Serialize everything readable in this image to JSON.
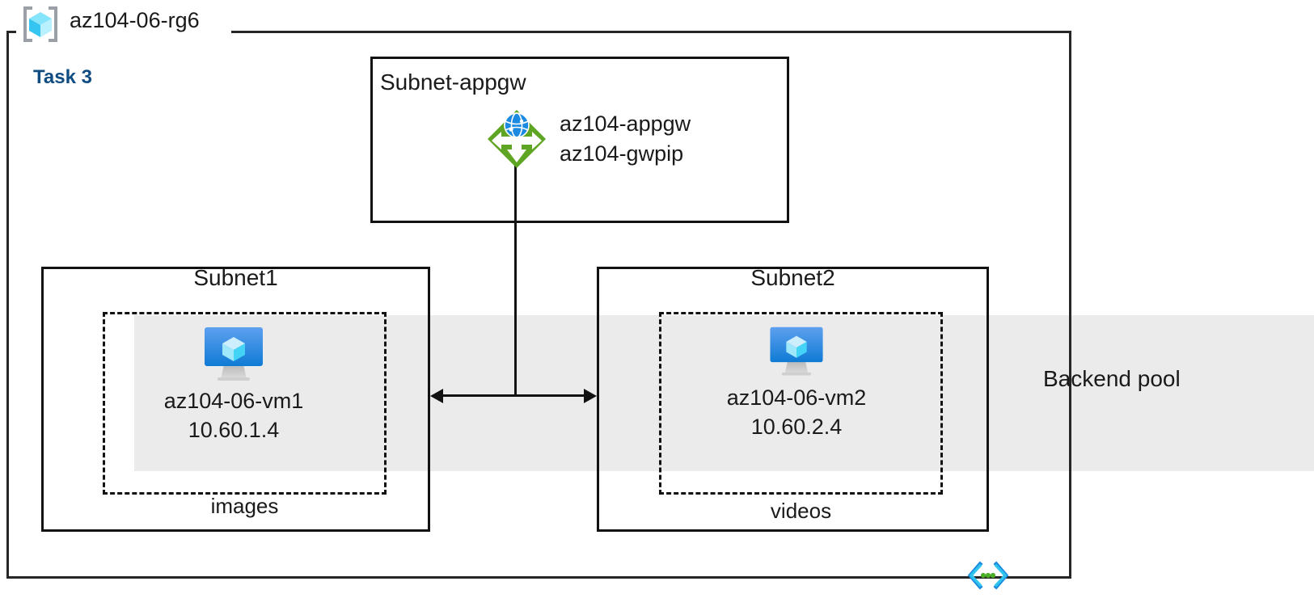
{
  "diagram": {
    "type": "azure-architecture",
    "resource_group": {
      "name": "az104-06-rg6",
      "icon": "resource-group-icon"
    },
    "task": {
      "label": "Task 3",
      "color": "#0f4c81"
    },
    "backend_pool": {
      "label": "Backend pool",
      "band_color": "#ebebeb"
    },
    "subnets": [
      {
        "id": "appgw",
        "title": "Subnet-appgw",
        "resources": [
          {
            "icon": "application-gateway-icon",
            "lines": [
              "az104-appgw",
              "az104-gwpip"
            ]
          }
        ]
      },
      {
        "id": "subnet1",
        "title": "Subnet1",
        "nsg_caption": "images",
        "vm": {
          "icon": "virtual-machine-icon",
          "name": "az104-06-vm1",
          "ip": "10.60.1.4"
        }
      },
      {
        "id": "subnet2",
        "title": "Subnet2",
        "nsg_caption": "videos",
        "vm": {
          "icon": "virtual-machine-icon",
          "name": "az104-06-vm2",
          "ip": "10.60.2.4"
        }
      }
    ],
    "appgw_resource_line1": "az104-appgw",
    "appgw_resource_line2": "az104-gwpip",
    "badge": {
      "icon": "code-brackets-icon",
      "bracket_color": "#29b5e8",
      "dot_color": "#4caf28"
    },
    "colors": {
      "stroke": "#121212",
      "appgw_green": "#5fa524",
      "vm_blue": "#0f7bd4",
      "cube_cyan": "#9fe7fb"
    }
  }
}
